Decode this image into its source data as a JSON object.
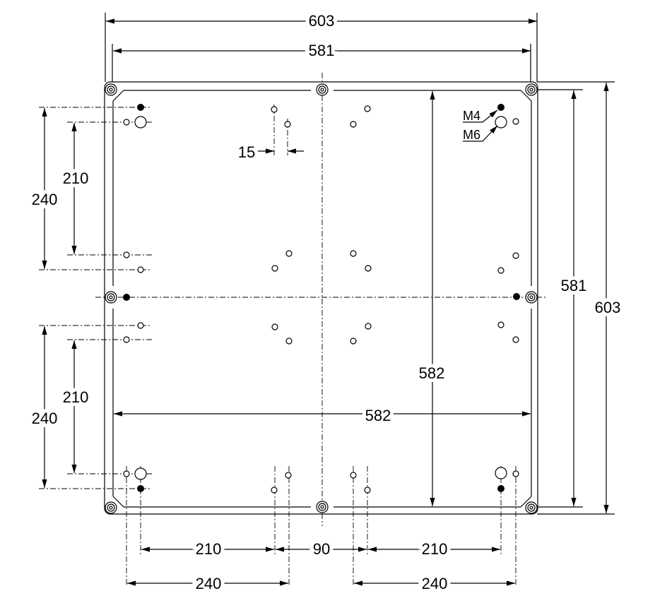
{
  "dimensions": {
    "outer_width": "603",
    "inner_width": "581",
    "outer_height": "603",
    "inner_height": "581",
    "span_horizontal": "582",
    "span_vertical": "582",
    "offset_small": "15",
    "left_top_210": "210",
    "left_top_240": "240",
    "left_bottom_210": "210",
    "left_bottom_240": "240",
    "bottom_left_210": "210",
    "bottom_center_90": "90",
    "bottom_right_210": "210",
    "bottom_left_240": "240",
    "bottom_right_240": "240"
  },
  "labels": {
    "m4": "M4",
    "m6": "M6"
  }
}
